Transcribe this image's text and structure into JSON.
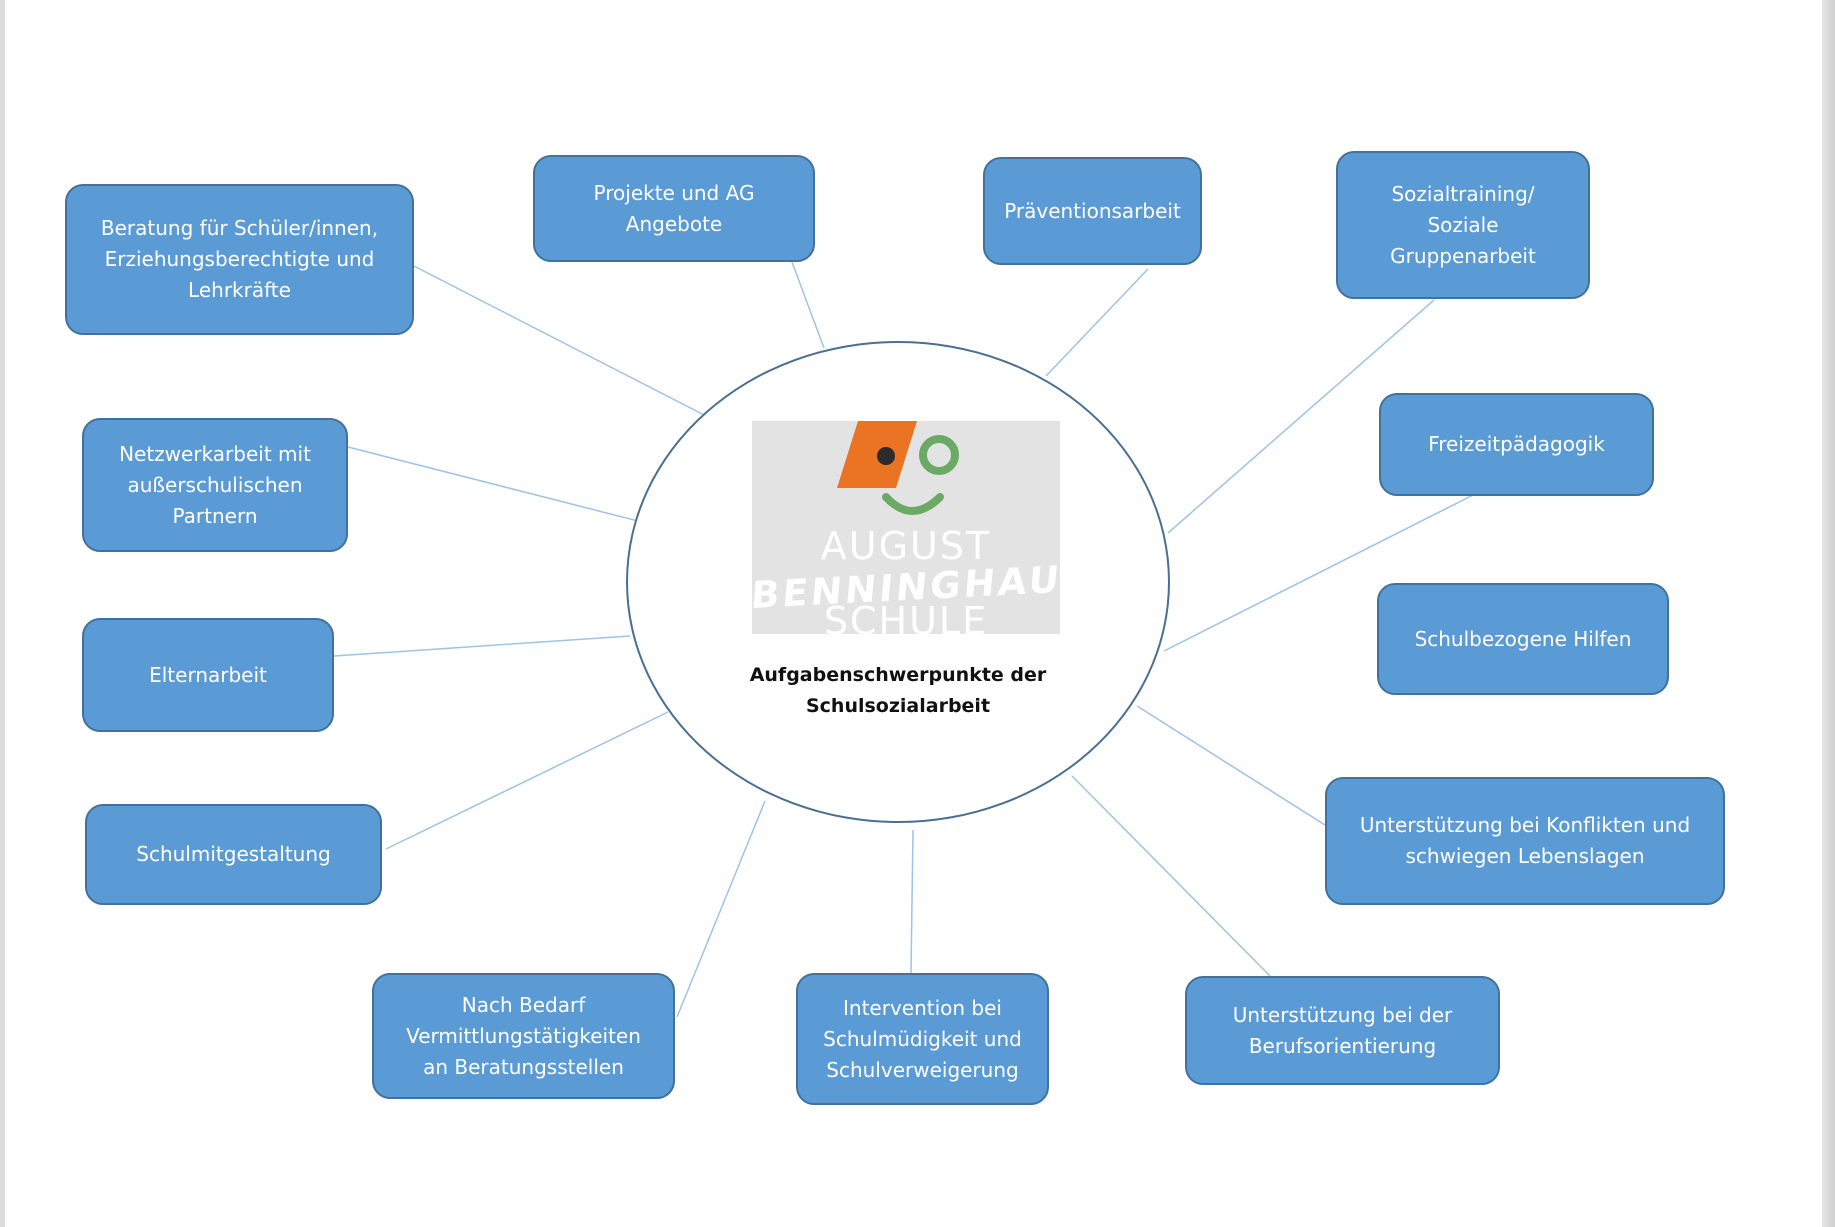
{
  "diagram": {
    "center": {
      "title_lines": [
        "Aufgabenschwerpunkte der",
        "Schulsozialarbeit"
      ],
      "logo": {
        "line1": "AUGUST",
        "line2": "BENNINGHAUS",
        "line3": "SCHULE",
        "colors": {
          "background": "#e3e3e3",
          "orange": "#ea7424",
          "green": "#6aaa64",
          "dark": "#2b2b2b"
        }
      }
    },
    "nodes": [
      {
        "id": "beratung",
        "text": "Beratung für Schüler/innen, Erziehungsberechtigte und Lehrkräfte"
      },
      {
        "id": "projekte",
        "text": "Projekte und AG Angebote"
      },
      {
        "id": "praevention",
        "text": "Präventionsarbeit"
      },
      {
        "id": "sozialtraining",
        "text": "Sozialtraining/ Soziale Gruppenarbeit"
      },
      {
        "id": "netzwerk",
        "text": "Netzwerkarbeit mit außerschulischen Partnern"
      },
      {
        "id": "freizeit",
        "text": "Freizeitpädagogik"
      },
      {
        "id": "schulbezogen",
        "text": "Schulbezogene Hilfen"
      },
      {
        "id": "eltern",
        "text": "Elternarbeit"
      },
      {
        "id": "konflikte",
        "text": "Unterstützung bei Konflikten und schwiegen Lebenslagen"
      },
      {
        "id": "mitgestaltung",
        "text": "Schulmitgestaltung"
      },
      {
        "id": "vermittlung",
        "text": "Nach Bedarf Vermittlungstätigkeiten an Beratungsstellen"
      },
      {
        "id": "intervention",
        "text": "Intervention bei Schulmüdigkeit und Schulverweigerung"
      },
      {
        "id": "berufsorientierung",
        "text": "Unterstützung bei der Berufsorientierung"
      }
    ],
    "colors": {
      "node_fill": "#5b9bd5",
      "node_border": "#41719c",
      "connector": "#9dc3e6",
      "ellipse": "#4a6f91"
    }
  }
}
